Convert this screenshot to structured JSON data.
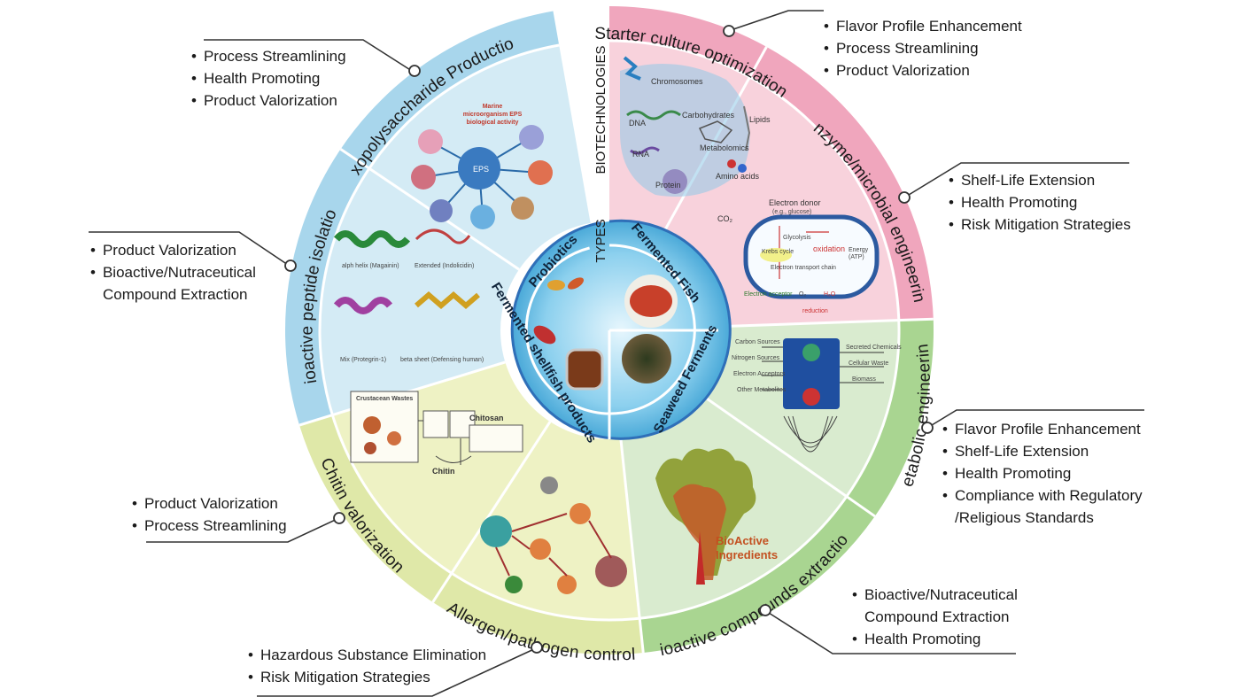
{
  "vertical_labels": {
    "biotech": "BIOTECHNOLOGIES",
    "types": "TYPES"
  },
  "sectors": {
    "starter": "Starter culture optimization",
    "enzyme": "Enzyme/microbial engineering",
    "metabolic": "Metabolic engineering",
    "bioactive": "Bioactive compounds extraction",
    "allergen": "Allergen/pathogen control",
    "chitin": "Chitin valorization",
    "peptide": "Bioactive peptide isolation",
    "eps": "Exopolysaccharide Production"
  },
  "types": {
    "probiotics": "Probiotics",
    "fish": "Fermented Fish",
    "seaweed": "Seaweed Ferments",
    "shellfish": "Fermented shellfish products"
  },
  "callouts": {
    "starter": [
      "Flavor Profile Enhancement",
      "Process Streamlining",
      "Product Valorization"
    ],
    "enzyme": [
      "Shelf-Life Extension",
      "Health Promoting",
      "Risk Mitigation Strategies"
    ],
    "metabolic": [
      "Flavor Profile Enhancement",
      "Shelf-Life Extension",
      "Health Promoting",
      "Compliance with Regulatory",
      "/Religious Standards"
    ],
    "bioactive": [
      "Bioactive/Nutraceutical",
      "Compound Extraction",
      "Health Promoting"
    ],
    "allergen": [
      "Hazardous Substance Elimination",
      "Risk Mitigation Strategies"
    ],
    "chitin": [
      "Product Valorization",
      "Process Streamlining"
    ],
    "peptide": [
      "Product Valorization",
      "Bioactive/Nutraceutical",
      "Compound Extraction"
    ],
    "eps": [
      "Process Streamlining",
      "Health Promoting",
      "Product Valorization"
    ]
  },
  "figure_text": {
    "chromosomes": "Chromosomes",
    "dna": "DNA",
    "rna": "RNA",
    "protein": "Protein",
    "carbohydrates": "Carbohydrates",
    "lipids": "Lipids",
    "metabolomics": "Metabolomics",
    "amino_acids": "Amino acids",
    "electron_donor": "Electron donor",
    "glucose": "(e.g., glucose)",
    "co2": "CO₂",
    "glycolysis": "Glycolysis",
    "krebs": "Krebs cycle",
    "oxidation": "oxidation",
    "energy": "Energy",
    "atp": "(ATP)",
    "etc": "Electron transport chain",
    "electron_acceptor": "Electron acceptor",
    "o2": "O₂",
    "h2o": "H₂O",
    "reduction": "reduction",
    "carbon_sources": "Carbon Sources",
    "nitrogen_sources": "Nitrogen Sources",
    "electron_acceptors": "Electron Acceptors",
    "other_metabolites": "Other Metabolites",
    "secreted_chemicals": "Secreted Chemicals",
    "cellular_waste": "Cellular Waste",
    "biomass": "Biomass",
    "bioactive_ingredients_1": "BioActive",
    "bioactive_ingredients_2": "Ingredients",
    "crustacean_wastes": "Crustacean Wastes",
    "chitin": "Chitin",
    "chitosan": "Chitosan",
    "alpha_helix": "alph helix (Magainin)",
    "extended": "Extended (Indolicidin)",
    "mix": "Mix (Protegrin-1)",
    "beta_sheet": "beta sheet (Defensing human)",
    "eps_title_1": "Marine",
    "eps_title_2": "microorganism EPS",
    "eps_title_3": "biological activity",
    "eps_center": "EPS"
  }
}
